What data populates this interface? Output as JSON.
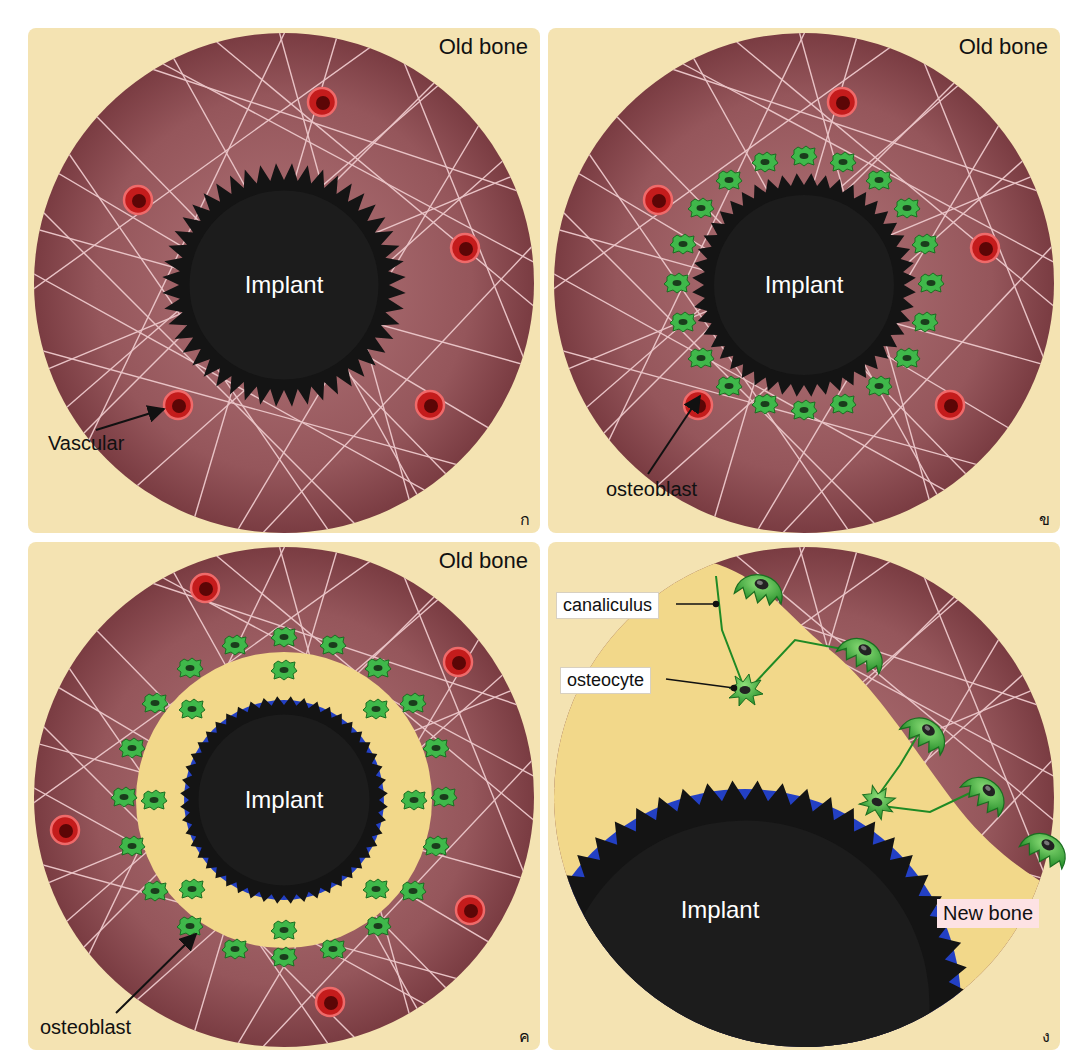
{
  "diagram": {
    "nodes": [
      {
        "text": [
          "Old bone",
          "ก"
        ]
      },
      {
        "text": [
          "Implant"
        ],
        "in": 0
      },
      {
        "text": [
          "Old bone",
          "ข"
        ]
      },
      {
        "text": [
          "Implant"
        ],
        "in": 2
      },
      {
        "text": [
          "Old bone",
          "ค"
        ]
      },
      {
        "text": [
          "Implant"
        ],
        "in": 4
      },
      {
        "text": [
          "ง"
        ]
      },
      {
        "text": [
          "Implant"
        ],
        "in": 6
      }
    ],
    "labels": [
      "Vascular",
      "osteoblast",
      "osteoblast",
      "canaliculus",
      "osteocyte",
      "New bone"
    ]
  }
}
